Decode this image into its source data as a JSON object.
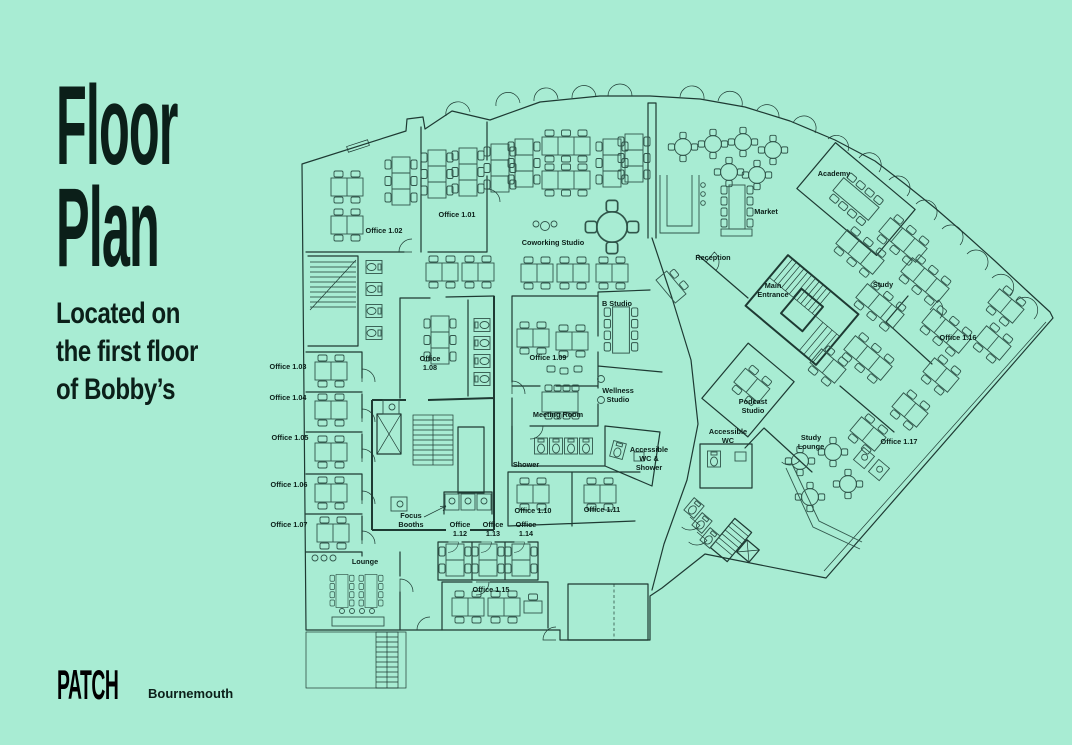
{
  "colors": {
    "background": "#a8ecd3",
    "wall": "#1e3a33",
    "furn": "#31564b",
    "text": "#0b1f19"
  },
  "header": {
    "title_line1": "Floor",
    "title_line2": "Plan",
    "subtitle_line1": "Located on",
    "subtitle_line2": "the first floor",
    "subtitle_line3": "of Bobby’s"
  },
  "footer": {
    "brand": "PATCH",
    "location": "Bournemouth"
  },
  "plan": {
    "rooms": {
      "office_1_01": "Office 1.01",
      "office_1_02": "Office 1.02",
      "office_1_03": "Office 1.03",
      "office_1_04": "Office 1.04",
      "office_1_05": "Office 1.05",
      "office_1_06": "Office 1.06",
      "office_1_07": "Office 1.07",
      "office_1_08_l1": "Office",
      "office_1_08_l2": "1.08",
      "office_1_09": "Office 1.09",
      "office_1_10": "Office 1.10",
      "office_1_11": "Office 1.11",
      "office_1_12_l1": "Office",
      "office_1_12_l2": "1.12",
      "office_1_13_l1": "Office",
      "office_1_13_l2": "1.13",
      "office_1_14_l1": "Office",
      "office_1_14_l2": "1.14",
      "office_1_15": "Office 1.15",
      "office_1_16": "Office 1.16",
      "office_1_17": "Office 1.17",
      "coworking_studio": "Coworking Studio",
      "b_studio": "B Studio",
      "reception": "Reception",
      "market": "Market",
      "academy": "Academy",
      "main_entrance_l1": "Main",
      "main_entrance_l2": "Entrance",
      "study": "Study",
      "study_lounge_l1": "Study",
      "study_lounge_l2": "Lounge",
      "podcast_studio_l1": "Podcast",
      "podcast_studio_l2": "Studio",
      "wellness_studio_l1": "Wellness",
      "wellness_studio_l2": "Studio",
      "meeting_room": "Meeting Room",
      "shower": "Shower",
      "accessible_wc_l1": "Accessible",
      "accessible_wc_l2": "WC",
      "accessible_wc_shower_l1": "Accessible",
      "accessible_wc_shower_l2": "WC &",
      "accessible_wc_shower_l3": "Shower",
      "focus_booths_l1": "Focus",
      "focus_booths_l2": "Booths",
      "lounge": "Lounge"
    }
  }
}
